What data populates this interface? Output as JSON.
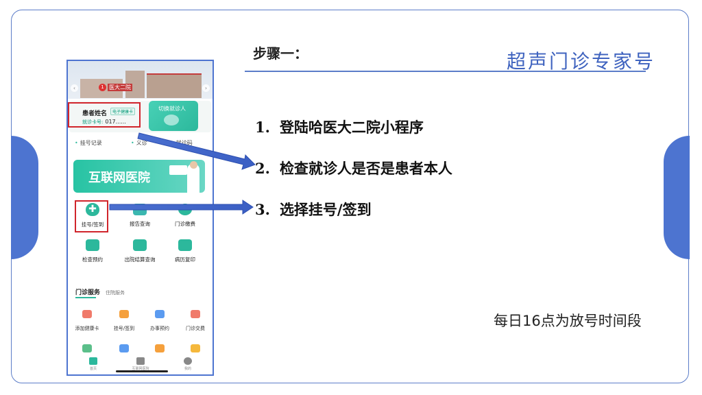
{
  "slide": {
    "step_title": "步骤一：",
    "brand_title": "超声门诊专家号",
    "steps": [
      {
        "num": "1.",
        "text": "登陆哈医大二院小程序"
      },
      {
        "num": "2.",
        "text": "检查就诊人是否是患者本人"
      },
      {
        "num": "3.",
        "text": "选择挂号/签到"
      }
    ],
    "note": "每日16点为放号时间段"
  },
  "phone": {
    "banner": {
      "logo_text": "医大二院",
      "logo_badge": "1",
      "left_arrow": "‹",
      "right_arrow": "›"
    },
    "patient": {
      "name_label": "患者姓名",
      "badge": "电子健康卡",
      "card_label": "就诊卡号:",
      "card_number": "017......"
    },
    "promo_text": "切换就诊人",
    "quick_links": [
      "挂号记录",
      "义诊",
      "就诊码"
    ],
    "net_hospital": "互联网医院",
    "grid": [
      {
        "label": "挂号/签到",
        "color": "#2cb89c"
      },
      {
        "label": "报告查询",
        "color": "#3bb7b0"
      },
      {
        "label": "门诊缴费",
        "color": "#2cb89c"
      },
      {
        "label": "检查预约",
        "color": "#2cb89c"
      },
      {
        "label": "出院结算查询",
        "color": "#2cb89c"
      },
      {
        "label": "病历复印",
        "color": "#2cb89c"
      }
    ],
    "service_tabs": {
      "active": "门诊服务",
      "inactive": "住院服务"
    },
    "services": [
      {
        "label": "添加健康卡",
        "color": "#f07a6a"
      },
      {
        "label": "挂号/签到",
        "color": "#f5a03c"
      },
      {
        "label": "办事预约",
        "color": "#5b9bf0"
      },
      {
        "label": "门诊交费",
        "color": "#f07a6a"
      }
    ],
    "services_row2": [
      {
        "color": "#5bbf8a"
      },
      {
        "color": "#5b9bf0"
      },
      {
        "color": "#f5a03c"
      },
      {
        "color": "#f5b83c"
      }
    ],
    "tabbar": [
      {
        "label": "首页",
        "color": "#2cb89c"
      },
      {
        "label": "互联网医院",
        "color": "#888888"
      },
      {
        "label": "我的"
      }
    ]
  },
  "colors": {
    "accent": "#4d74d0",
    "highlight": "#d0242b",
    "teal": "#2cb89c"
  }
}
